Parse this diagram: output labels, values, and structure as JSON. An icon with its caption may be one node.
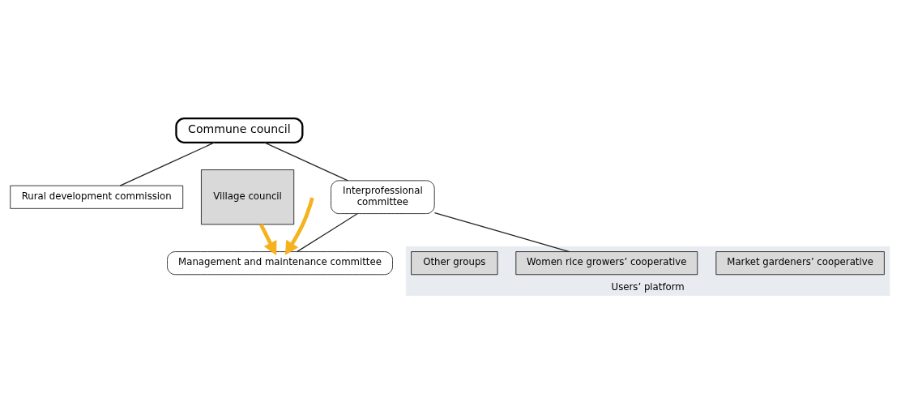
{
  "diagram": {
    "nodes": [
      {
        "text": [
          "Commune council"
        ]
      },
      {
        "text": [
          "Rural development commission"
        ]
      },
      {
        "text": [
          "Interprofessional",
          "committee"
        ]
      },
      {
        "text": [
          "Management and maintenance committee"
        ]
      },
      {
        "text": [
          "Users’ platform"
        ]
      },
      {
        "text": [
          "Market gardeners’ cooperative"
        ],
        "in": 4
      },
      {
        "text": [
          "Women rice growers’ cooperative"
        ],
        "in": 4
      },
      {
        "text": [
          "Other groups"
        ],
        "in": 4
      },
      {
        "text": [
          "Village council"
        ]
      }
    ],
    "edges": [
      {
        "from": 0,
        "to": 1,
        "arrow": "none"
      },
      {
        "from": 0,
        "to": 2,
        "arrow": "none"
      },
      {
        "from": 2,
        "to": 3,
        "arrow": "none"
      },
      {
        "from": 2,
        "to": 6,
        "arrow": "none"
      },
      {
        "from": null,
        "to": 3,
        "arrow": "to",
        "style": "thick",
        "color": "#f5b21e"
      },
      {
        "from": 8,
        "to": 3,
        "arrow": "to",
        "style": "thick",
        "color": "#f5b21e"
      }
    ]
  }
}
